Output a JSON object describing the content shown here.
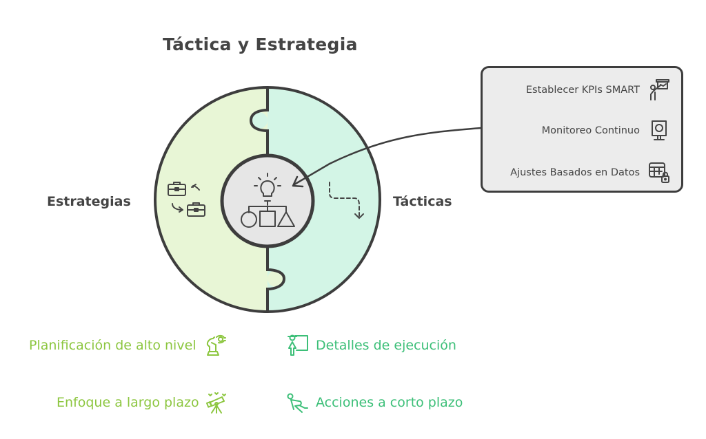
{
  "title": "Táctica y Estrategia",
  "left_label": "Estrategias",
  "right_label": "Tácticas",
  "colors": {
    "outline": "#3d3d3d",
    "strategy_fill": "#e8f6d6",
    "tactics_fill": "#d3f5e6",
    "center_fill": "#e6e6e6",
    "box_fill": "#ececec",
    "strategy_text": "#8cc63f",
    "tactics_text": "#3cbf78"
  },
  "center": {
    "icon": "lightbulb-hierarchy-shapes-icon"
  },
  "left_half": {
    "icon": "briefcase-exchange-icon"
  },
  "right_half": {
    "icon": "dashed-path-arrow-icon"
  },
  "callout_box": {
    "items": [
      {
        "label": "Establecer KPIs SMART",
        "icon": "presenter-board-icon"
      },
      {
        "label": "Monitoreo Continuo",
        "icon": "monitor-webcam-icon"
      },
      {
        "label": "Ajustes Basados en Datos",
        "icon": "table-lock-icon"
      }
    ]
  },
  "legend": {
    "strategy": [
      {
        "label": "Planificación de alto nivel",
        "icon": "chess-knight-icon"
      },
      {
        "label": "Enfoque a largo plazo",
        "icon": "telescope-icon"
      }
    ],
    "tactics": [
      {
        "label": "Detalles de ejecución",
        "icon": "person-board-icon"
      },
      {
        "label": "Acciones a corto plazo",
        "icon": "runner-start-icon"
      }
    ]
  }
}
